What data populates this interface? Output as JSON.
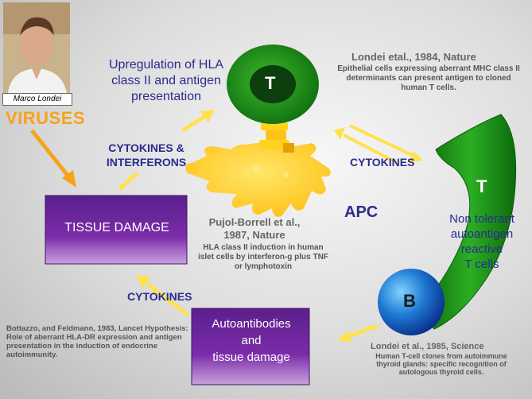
{
  "photo": {
    "caption": "Marco Londei"
  },
  "labels": {
    "viruses": "VIRUSES",
    "upregulation": "Upregulation of HLA class II and antigen presentation",
    "cytokines_interferons_line1": "CYTOKINES &",
    "cytokines_interferons_line2": "INTERFERONS",
    "cytokines_right": "CYTOKINES",
    "cytokines_bottom": "CYTOKINES",
    "apc": "APC",
    "nontolerant_line1": "Non tolerant",
    "nontolerant_line2": "autoantigen",
    "nontolerant_line3": "reactive",
    "nontolerant_line4": "T cells"
  },
  "cells": {
    "t_top": "T",
    "t_right": "T",
    "b_cell": "B"
  },
  "boxes": {
    "tissue_damage": "TISSUE DAMAGE",
    "autoantibodies_line1": "Autoantibodies",
    "autoantibodies_line2": "and",
    "autoantibodies_line3": "tissue damage"
  },
  "references": {
    "londei1984": {
      "title": "Londei etal., 1984, Nature",
      "text": "Epithelial cells expressing aberrant MHC class II determinants can present antigen to cloned human T cells."
    },
    "pujol": {
      "title": "Pujol-Borrell et al., 1987, Nature",
      "text": "HLA class II induction in human islet cells by interferon-g plus TNF or lymphotoxin"
    },
    "londei1985": {
      "title": "Londei et al., 1985, Science",
      "text": "Human T-cell clones from autoimmune thyroid glands: specific recognition of autologous thyroid cells."
    },
    "bottazzo": {
      "text": "Bottazzo, and Feldmann, 1983, Lancet  Hypothesis: Role of aberrant HLA-DR expression and antigen presentation in the induction of endocrine autoimmunity."
    }
  },
  "colors": {
    "orange": "#f7a21c",
    "navy_text": "#2b2b8f",
    "green": "#1c9e1c",
    "yellow": "#ffd21c",
    "purple_box": "#6b2a9a",
    "b_cell_blue": "#1a5fc0"
  }
}
